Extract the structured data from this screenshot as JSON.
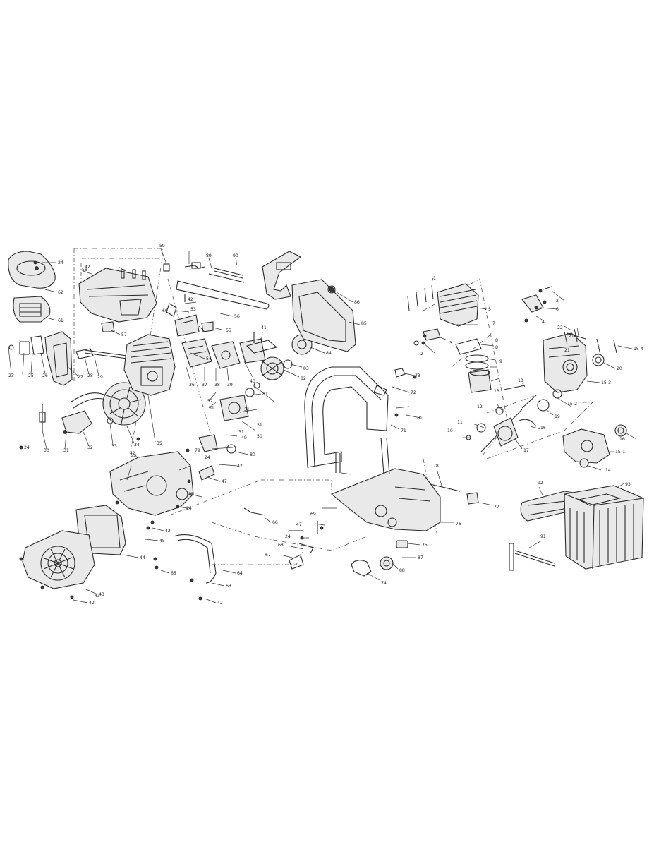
{
  "diagram": {
    "type": "exploded-parts-view",
    "colors": {
      "line": "#2b2b2b",
      "background": "#ffffff",
      "fill": "#e9e9e9"
    },
    "callouts": [
      "1",
      "2",
      "3",
      "4",
      "5",
      "6",
      "7",
      "8",
      "9",
      "10",
      "11",
      "12",
      "13",
      "14",
      "15-1",
      "15-2",
      "15-3",
      "15-4",
      "16",
      "17",
      "18",
      "19",
      "20",
      "21",
      "22",
      "23",
      "24",
      "25",
      "26",
      "27",
      "28",
      "29",
      "30",
      "31",
      "32",
      "33",
      "34",
      "35",
      "36",
      "37",
      "38",
      "39",
      "40",
      "41",
      "42",
      "43",
      "44",
      "45",
      "46",
      "47",
      "48",
      "49",
      "50",
      "51",
      "52",
      "53",
      "54",
      "55",
      "56",
      "57",
      "58",
      "59",
      "60",
      "61",
      "62",
      "63",
      "64",
      "65",
      "66",
      "67",
      "68",
      "69",
      "70",
      "71",
      "72",
      "73",
      "74",
      "75",
      "76",
      "77",
      "78",
      "79",
      "80",
      "81",
      "82",
      "83",
      "84",
      "85",
      "86",
      "87",
      "88",
      "89",
      "90",
      "91",
      "92",
      "93"
    ]
  }
}
